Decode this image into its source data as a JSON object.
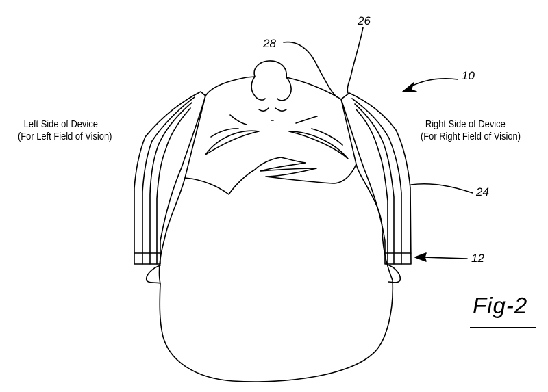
{
  "labels": {
    "left_side_line1": "Left Side of Device",
    "left_side_line2": "(For Left Field of Vision)",
    "right_side_line1": "Right Side of Device",
    "right_side_line2": "(For Right Field of Vision)"
  },
  "reference_numerals": {
    "r26": "26",
    "r28": "28",
    "r10": "10",
    "r24": "24",
    "r12": "12"
  },
  "figure_label": "Fig-2",
  "colors": {
    "ink": "#000000",
    "background": "#ffffff"
  }
}
